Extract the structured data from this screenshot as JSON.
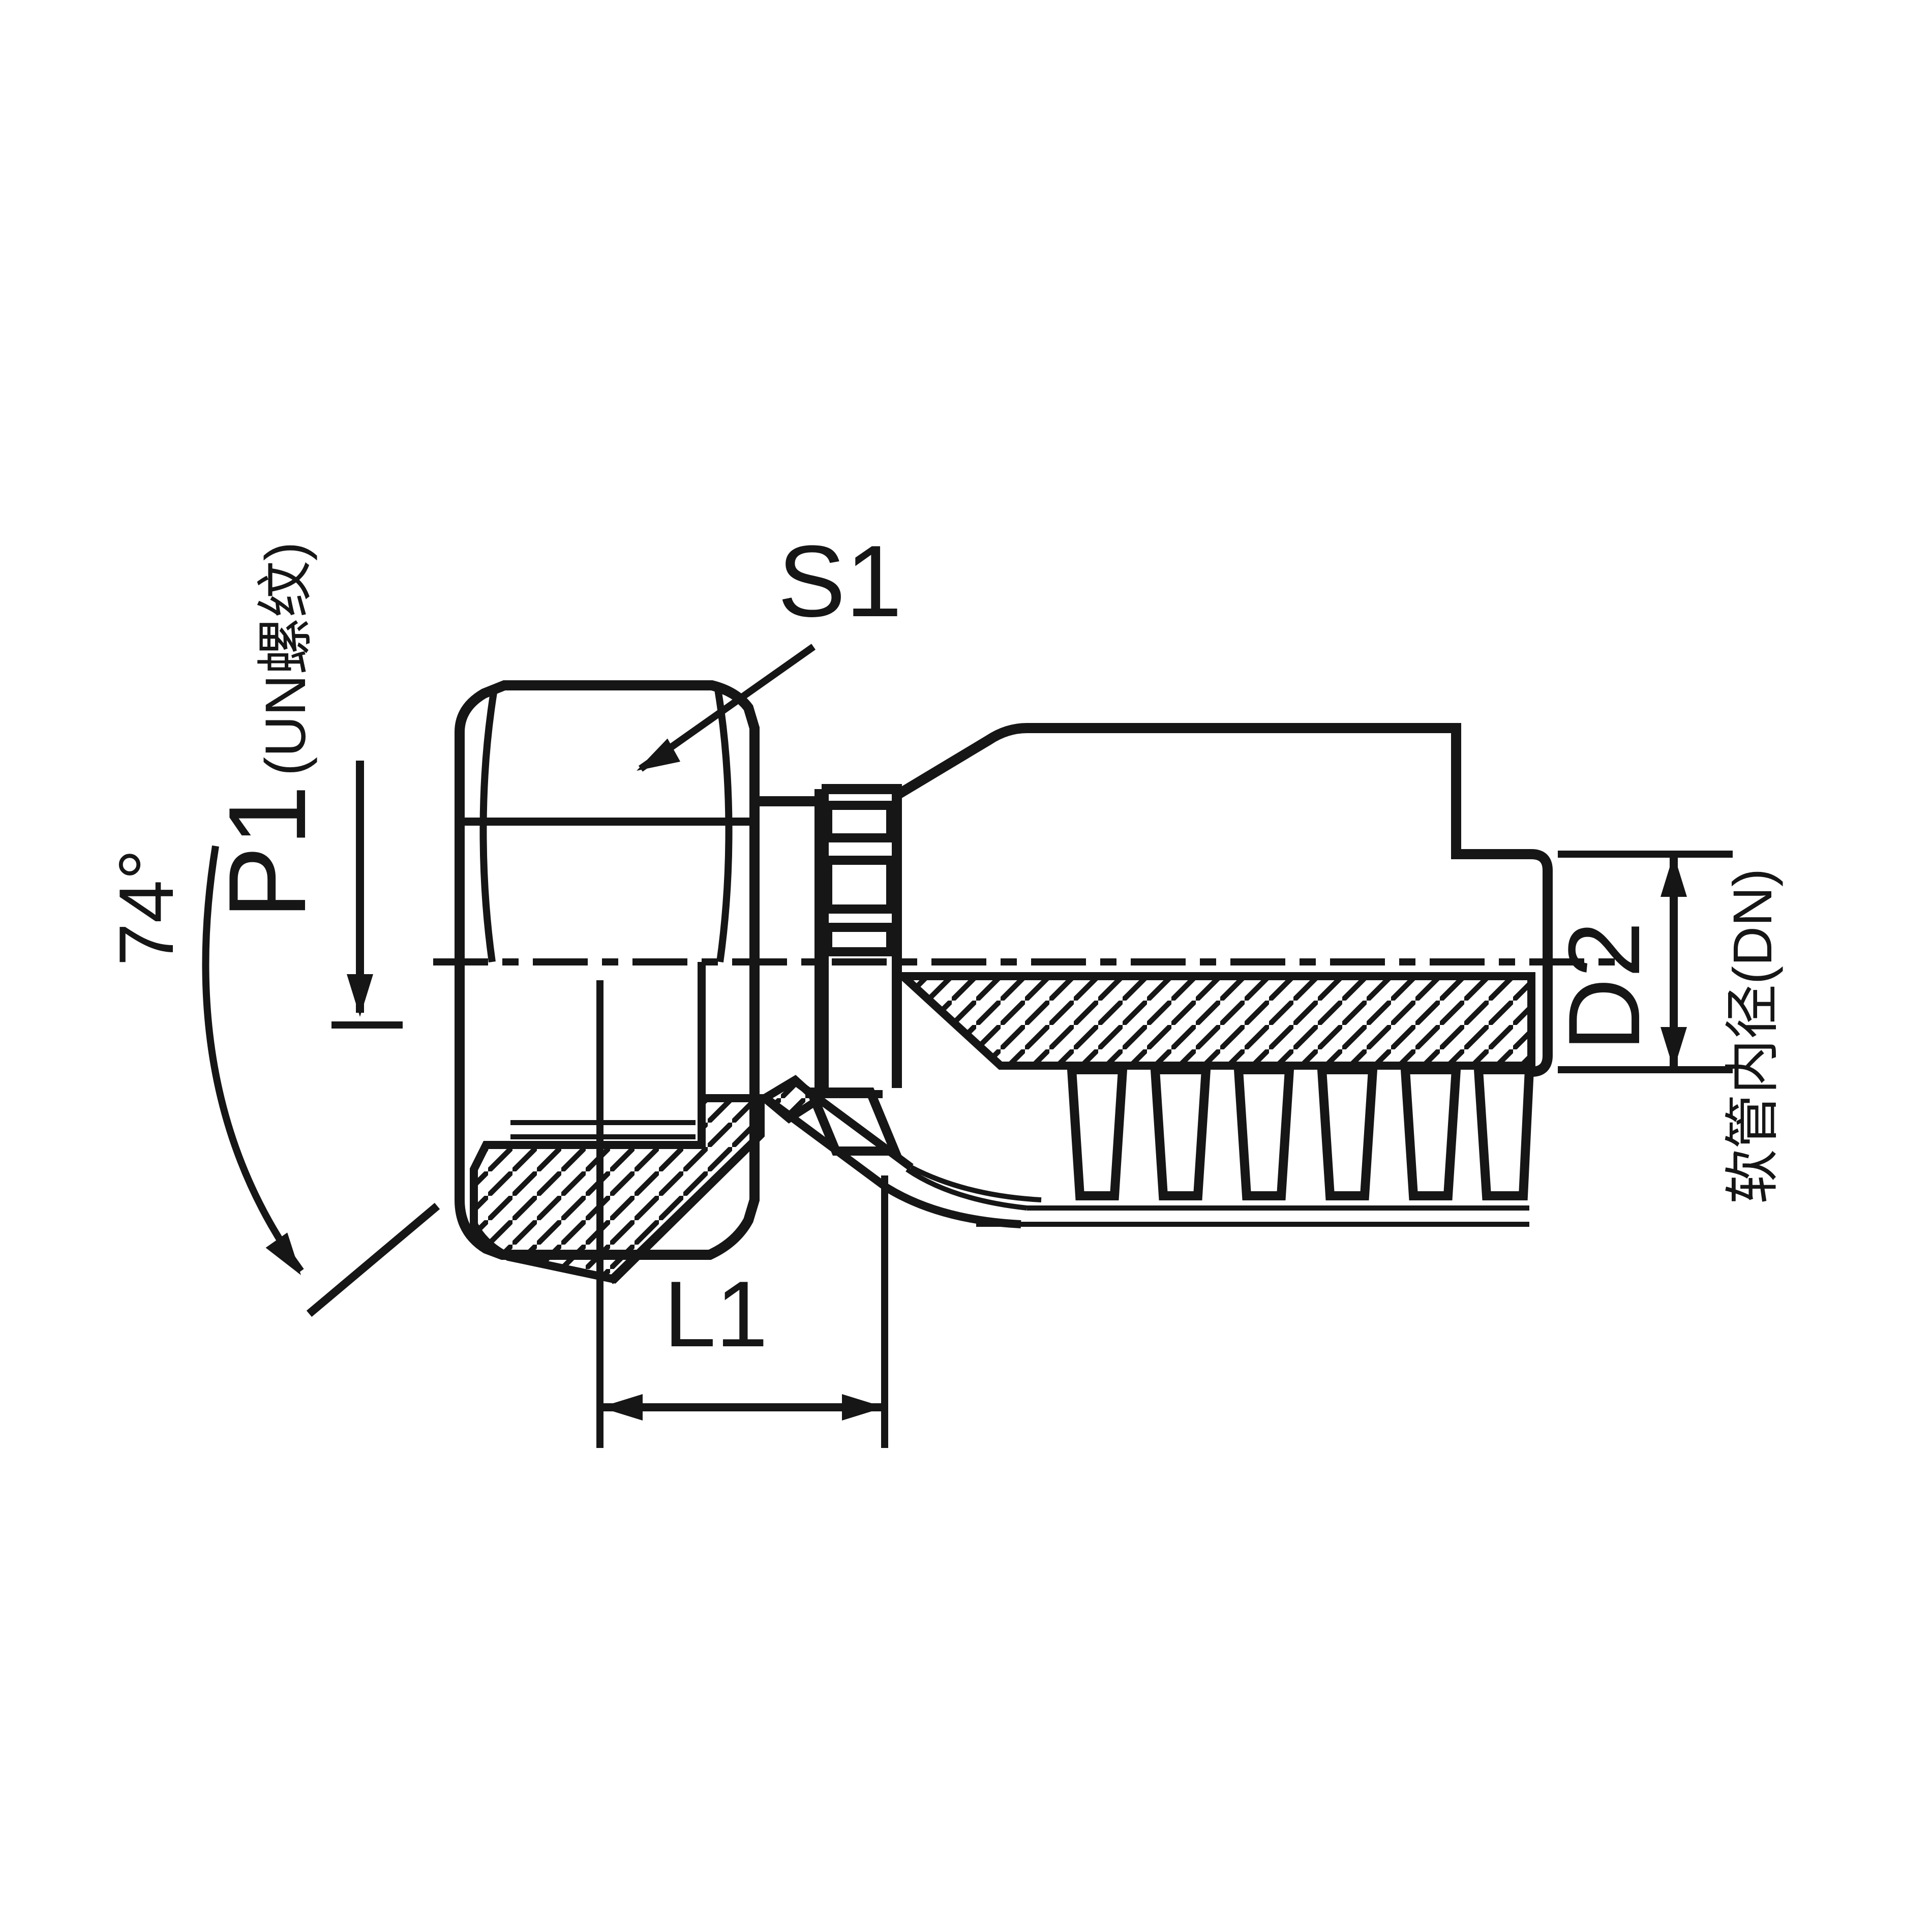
{
  "figure": {
    "type": "technical-drawing",
    "subject": "hydraulic hose fitting - female swivel with cone seat, half-section view",
    "background_color": "#ffffff",
    "line_color": "#161616",
    "labels": {
      "wrench_size": "S1",
      "thread": "P1",
      "thread_note": "(UN螺纹)",
      "cone_angle": "74°",
      "tail_diameter": "D2",
      "hose_bore_note": "软管内径(DN)",
      "length": "L1"
    }
  }
}
